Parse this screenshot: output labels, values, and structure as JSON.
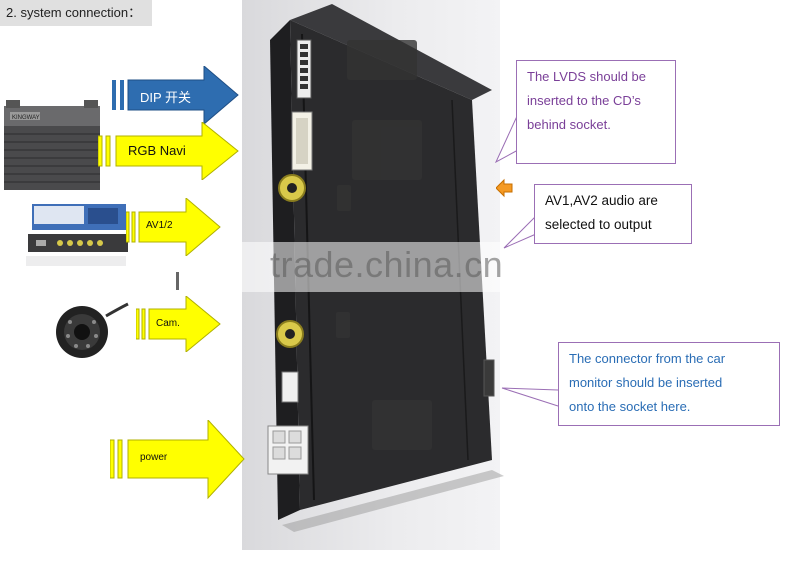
{
  "header": {
    "title": "2. system connection："
  },
  "inputs": [
    {
      "id": "dip",
      "label": "DIP 开关",
      "fill": "#2e6db0",
      "text_color": "#ffffff"
    },
    {
      "id": "rgb",
      "label": "RGB Navi",
      "fill": "#ffff00",
      "text_color": "#111111"
    },
    {
      "id": "av",
      "label": "AV1/2",
      "fill": "#ffff00",
      "text_color": "#111111"
    },
    {
      "id": "cam",
      "label": "Cam.",
      "fill": "#ffff00",
      "text_color": "#111111"
    },
    {
      "id": "power",
      "label": "power",
      "fill": "#ffff00",
      "text_color": "#111111"
    }
  ],
  "callouts": {
    "lvds": {
      "lines": [
        "The LVDS should be",
        "inserted to the CD’s",
        "behind socket."
      ],
      "color": "#7a3f98"
    },
    "audio": {
      "lines": [
        "AV1,AV2 audio are",
        "selected to output"
      ],
      "color": "#111111"
    },
    "connector": {
      "lines": [
        "The connector from the car",
        "monitor should be inserted",
        "onto the socket here."
      ],
      "color": "#2a6db5"
    }
  },
  "device_labels": {
    "logo": "KINGWAY"
  },
  "watermark": "trade.china.cn",
  "colors": {
    "blue_arrow": "#2e6db0",
    "yellow_arrow": "#ffff00",
    "callout_border": "#9b6fb5",
    "box_body": "#2b2b2d"
  }
}
